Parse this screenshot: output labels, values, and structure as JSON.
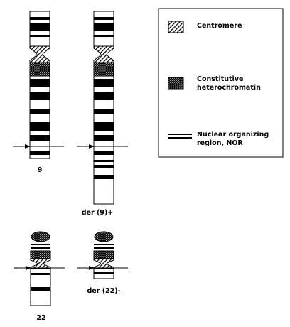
{
  "chromosomes": [
    {
      "id": "chr9",
      "label": "9"
    },
    {
      "id": "der9",
      "label": "der (9)+"
    },
    {
      "id": "chr22",
      "label": "22"
    },
    {
      "id": "der22",
      "label": "der (22)-"
    }
  ],
  "legend": {
    "centromere": "Centromere",
    "heterochromatin_line1": "Constitutive",
    "heterochromatin_line2": "heterochromatin",
    "nor_line1": "Nuclear organizing",
    "nor_line2": "region, NOR"
  }
}
